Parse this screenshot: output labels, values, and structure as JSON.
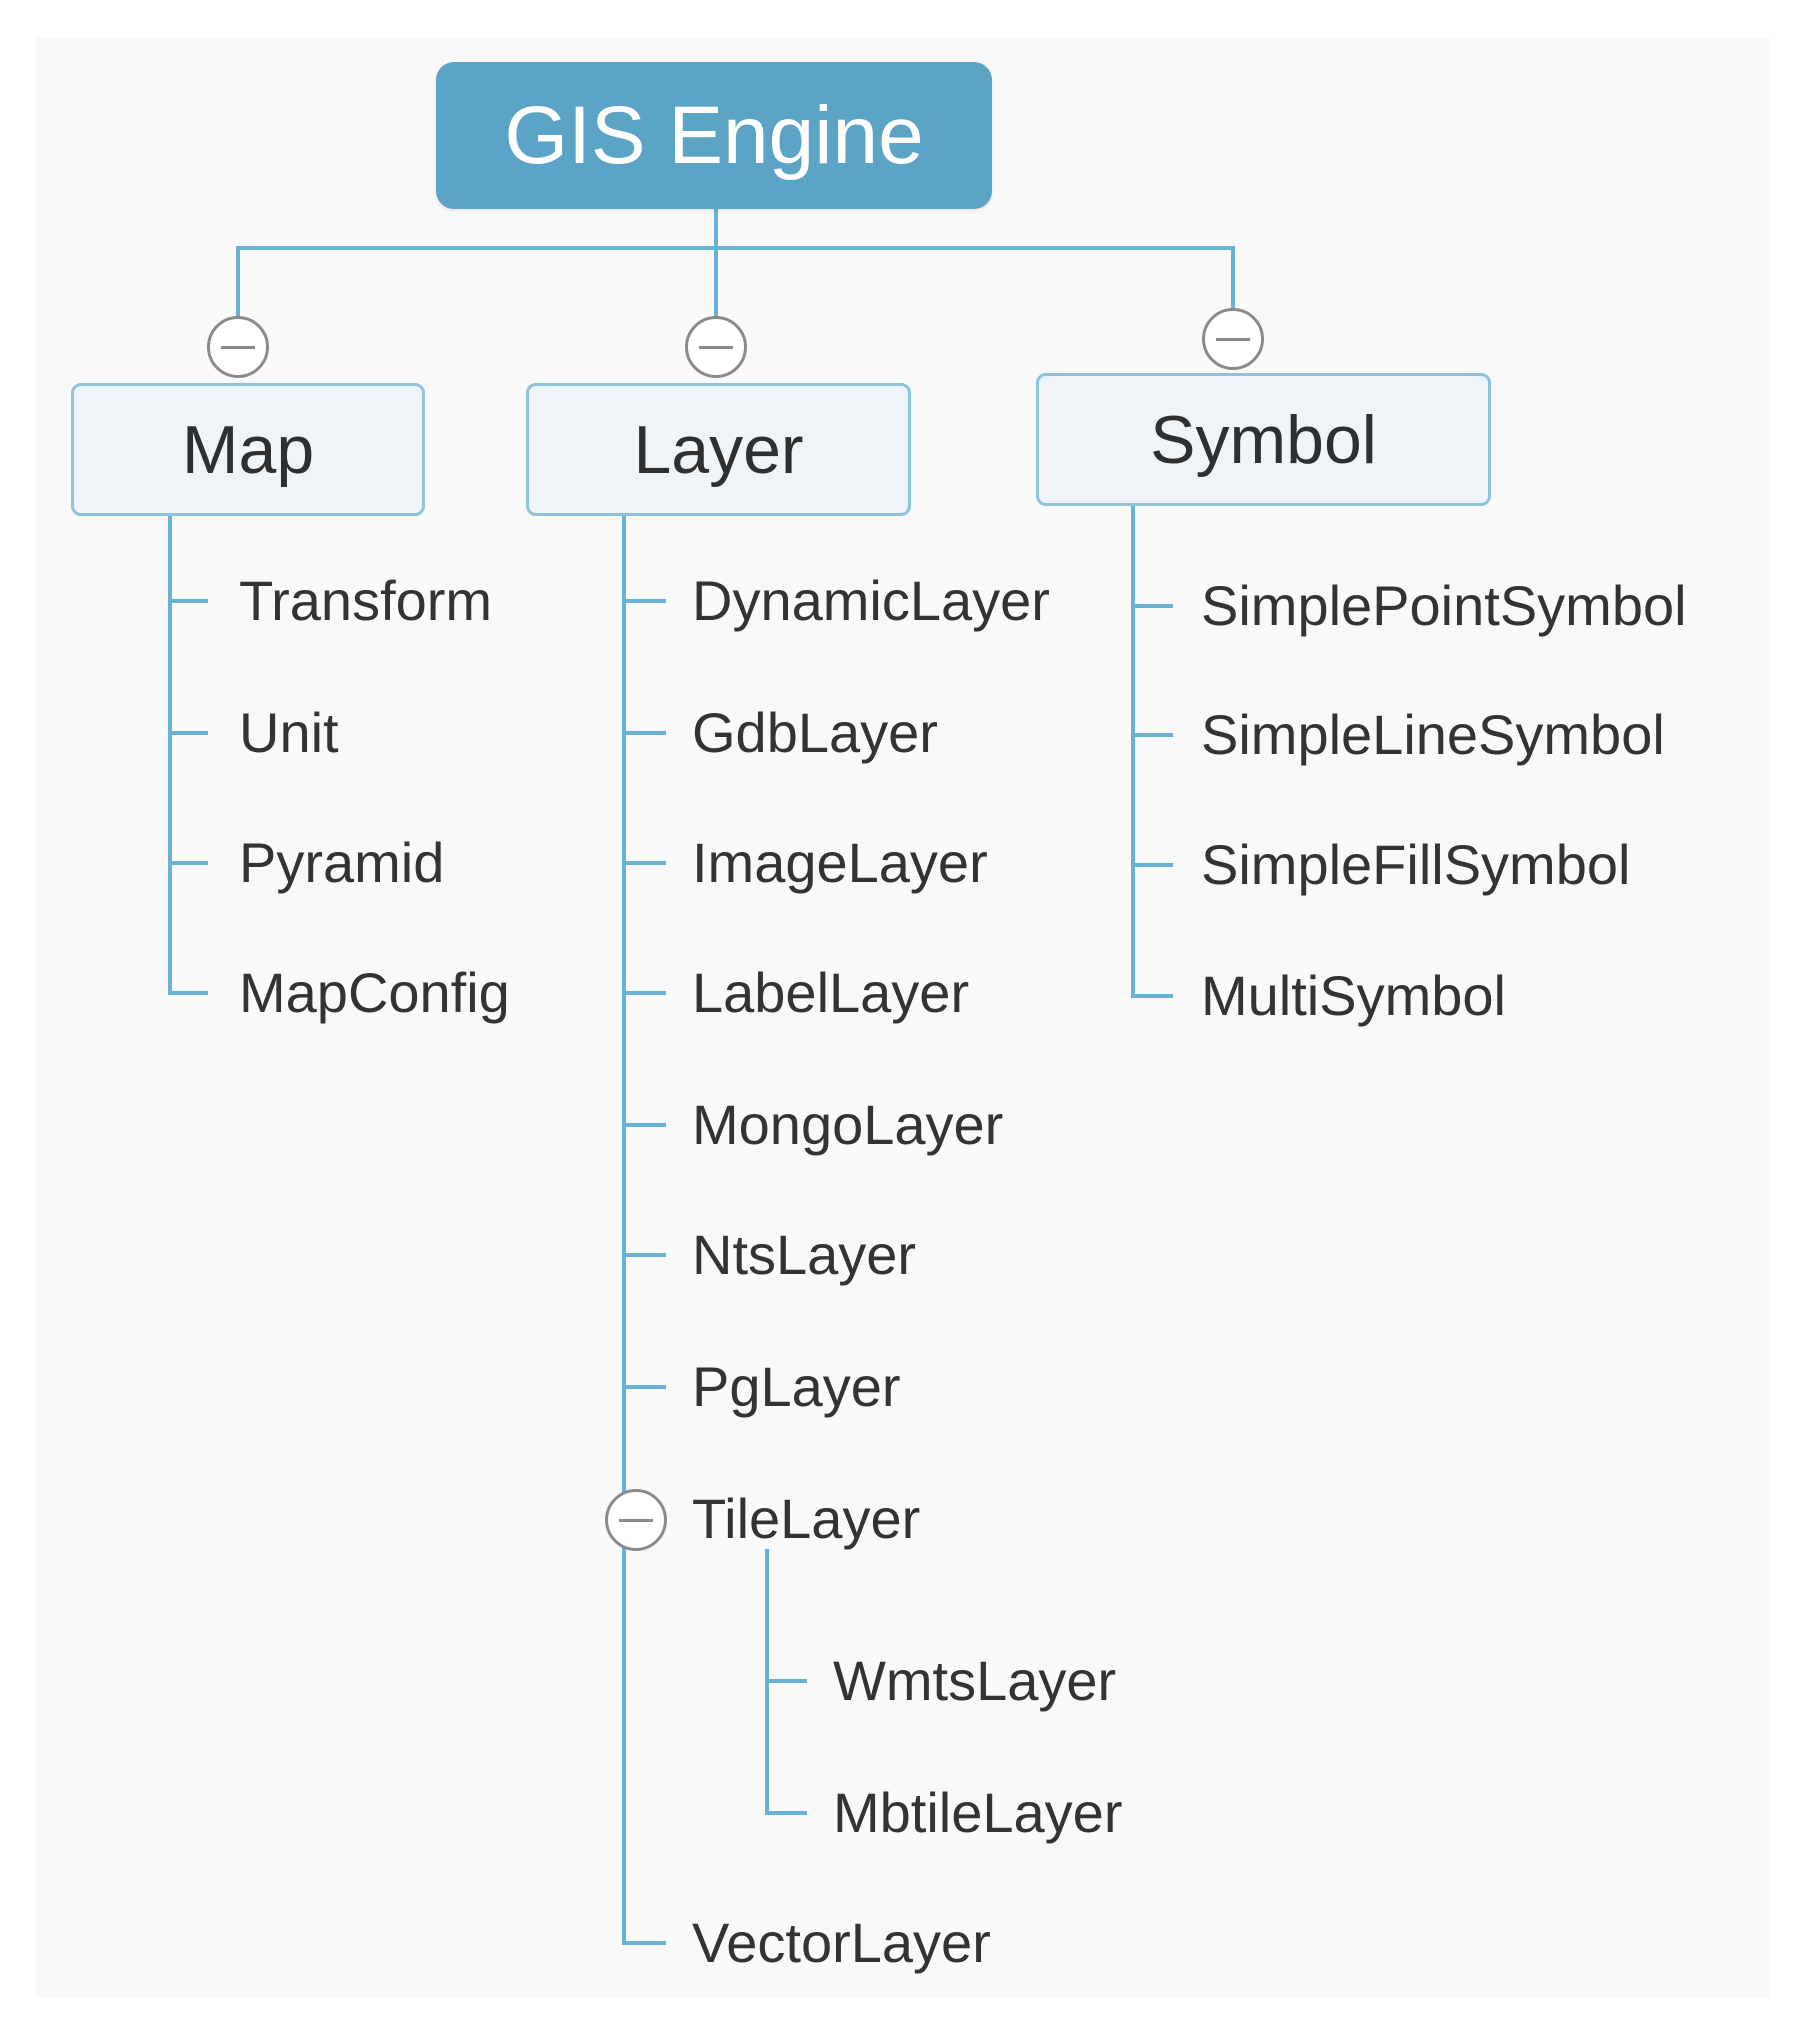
{
  "root": {
    "label": "GIS Engine"
  },
  "branches": [
    {
      "label": "Map",
      "children": [
        "Transform",
        "Unit",
        "Pyramid",
        "MapConfig"
      ]
    },
    {
      "label": "Layer",
      "children": [
        "DynamicLayer",
        "GdbLayer",
        "ImageLayer",
        "LabelLayer",
        "MongoLayer",
        "NtsLayer",
        "PgLayer",
        "TileLayer",
        "VectorLayer"
      ],
      "sub_children": [
        "WmtsLayer",
        "MbtileLayer"
      ]
    },
    {
      "label": "Symbol",
      "children": [
        "SimplePointSymbol",
        "SimpleLineSymbol",
        "SimpleFillSymbol",
        "MultiSymbol"
      ]
    }
  ],
  "colors": {
    "root_fill": "#5ba4c6",
    "branch_fill": "#eef4f8",
    "branch_border": "#8fc2dd",
    "connector": "#6ab2d4",
    "collapse_icon": "#8a8a8a"
  }
}
